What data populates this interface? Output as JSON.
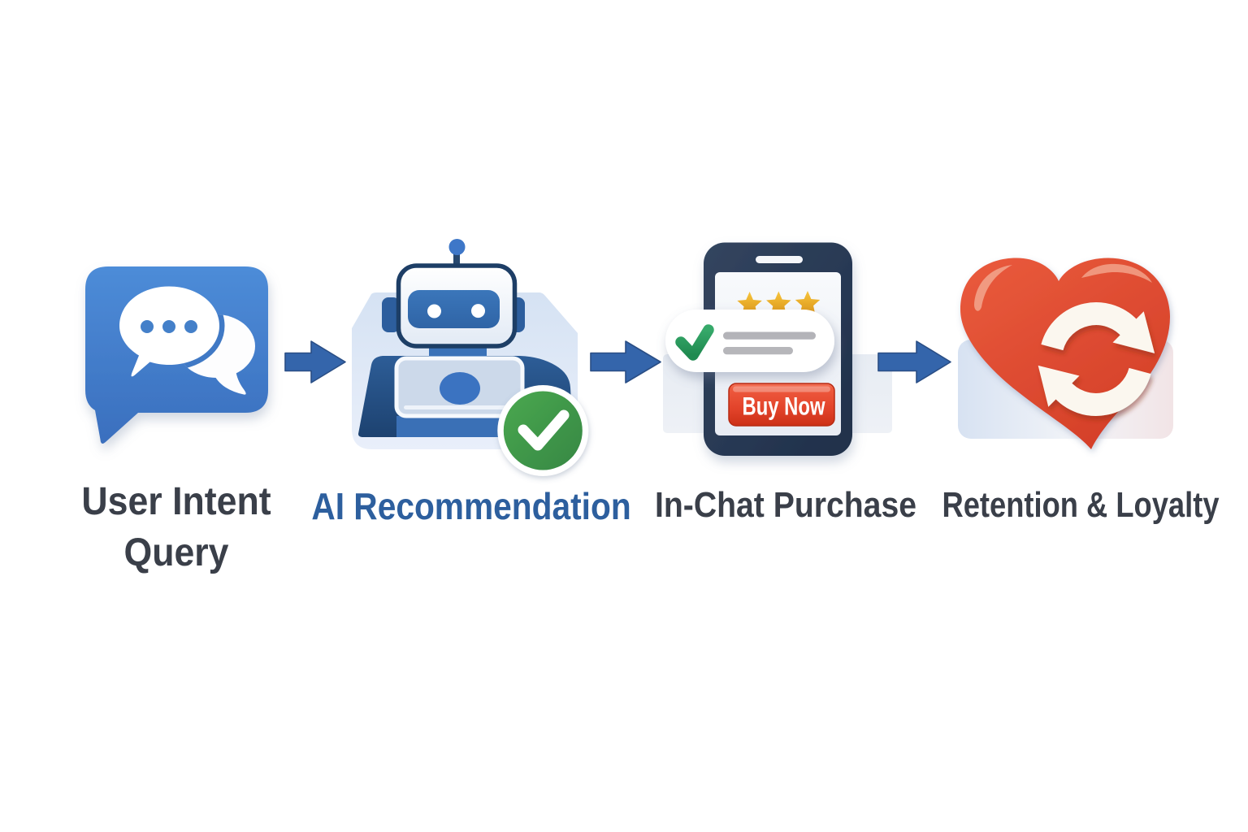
{
  "flow": {
    "stages": [
      {
        "id": "user-intent-query",
        "label": "User Intent Query",
        "icon": "chat-bubbles-icon"
      },
      {
        "id": "ai-recommendation",
        "label": "AI Recommendation",
        "icon": "robot-icon",
        "badge_icon": "check-circle-icon"
      },
      {
        "id": "in-chat-purchase",
        "label": "In-Chat Purchase",
        "icon": "smartphone-icon",
        "button_label": "Buy Now",
        "rating_stars": 3
      },
      {
        "id": "retention-loyalty",
        "label": "Retention & Loyalty",
        "icon": "heart-refresh-icon"
      }
    ],
    "connectors": {
      "type": "arrow-right-icon",
      "count": 3
    }
  },
  "palette": {
    "background": "#ffffff",
    "label_dark": "#3a3f49",
    "label_blue": "#2d5f9e",
    "arrow_blue": "#3465ab",
    "chat_blue": "#4283cf",
    "robot_blue": "#3671b5",
    "phone_navy": "#24344e",
    "check_green": "#3f9e4a",
    "buy_red": "#e2452b",
    "star_gold": "#efae27",
    "heart_red": "#dd4a2e",
    "bar_gray": "#b3b3b8"
  }
}
